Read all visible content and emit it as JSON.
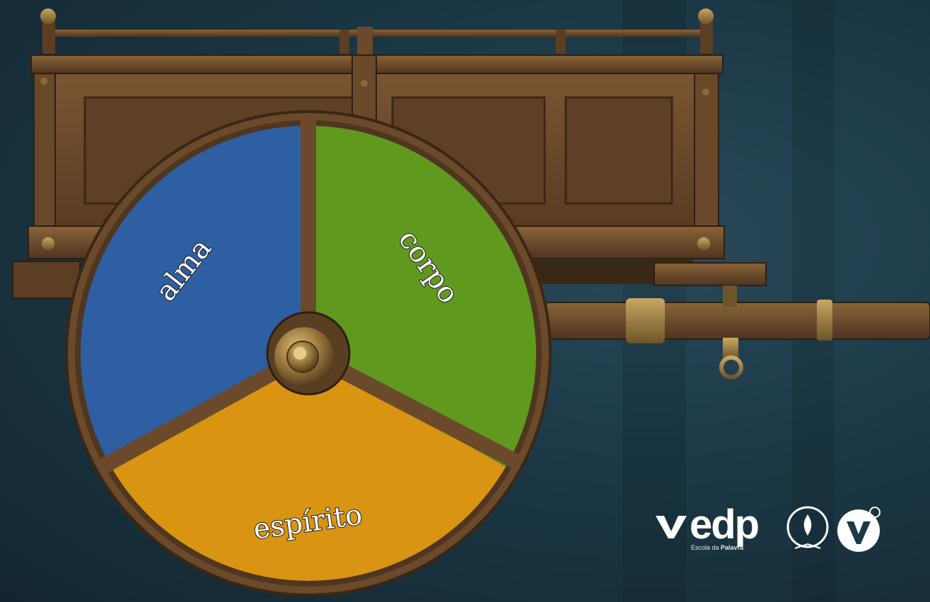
{
  "wheel": {
    "segments": [
      {
        "label": "alma",
        "color": "#2e5fa3"
      },
      {
        "label": "corpo",
        "color": "#5f9a1e"
      },
      {
        "label": "espírito",
        "color": "#d99411"
      }
    ]
  },
  "logo": {
    "brand": "edp",
    "subtitle_prefix": "Escola da",
    "subtitle_emphasis": "Palavra",
    "icons": [
      "open-book-v-icon",
      "flame-book-emblem-icon",
      "shield-book-emblem-icon"
    ]
  },
  "colors": {
    "background": "#1c3a48",
    "wood": "#6b4a2b",
    "wood_dark": "#3e2a17",
    "brass": "#a88a4a"
  }
}
